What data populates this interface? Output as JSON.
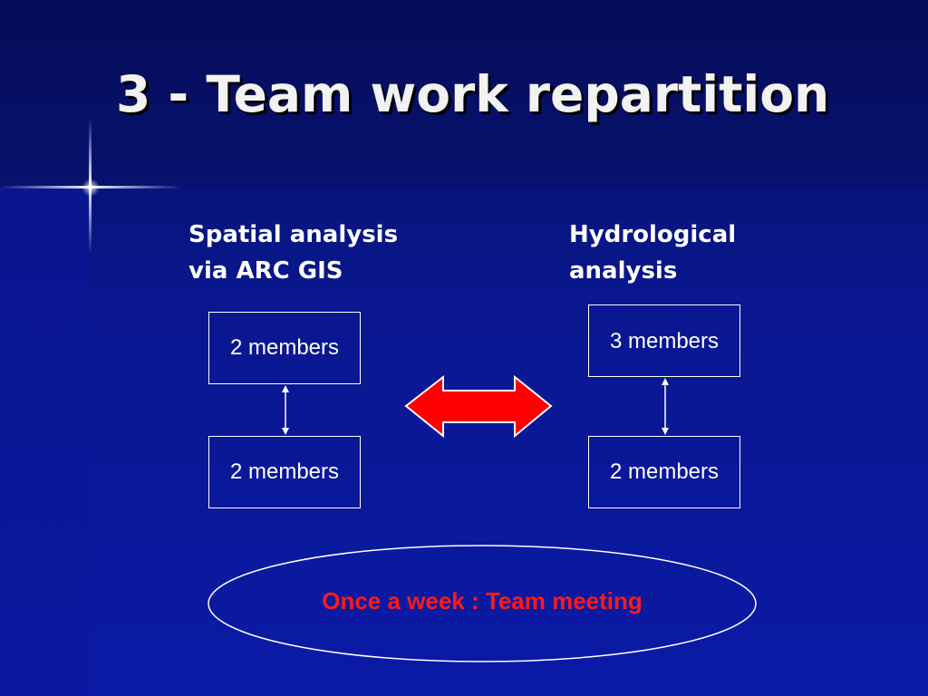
{
  "slide": {
    "title": "3 - Team work repartition"
  },
  "groups": {
    "left": {
      "heading_line1": "Spatial analysis",
      "heading_line2": "via ARC GIS",
      "box_top": "2 members",
      "box_bottom": "2 members"
    },
    "right": {
      "heading_line1": "Hydrological",
      "heading_line2": "analysis",
      "box_top": "3 members",
      "box_bottom": "2 members"
    }
  },
  "meeting": {
    "text": "Once a week : Team meeting"
  },
  "colors": {
    "background": "#0a1790",
    "title_text": "#f2f2f2",
    "box_border": "#ffffff",
    "exchange_arrow": "#ff0000",
    "meeting_text": "#ff1a1a"
  }
}
